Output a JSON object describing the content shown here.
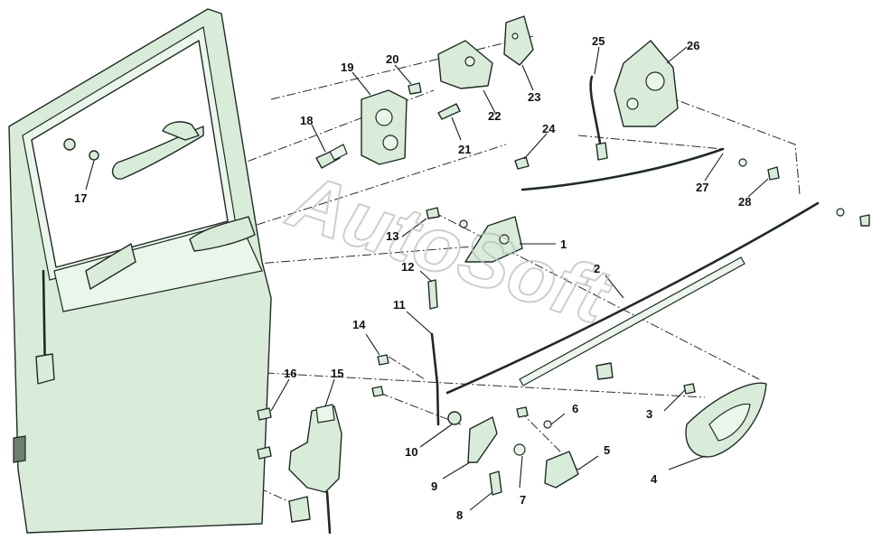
{
  "watermark": "AutoSoft",
  "callouts": [
    "1",
    "2",
    "3",
    "4",
    "5",
    "6",
    "7",
    "8",
    "9",
    "10",
    "11",
    "12",
    "13",
    "14",
    "15",
    "16",
    "17",
    "18",
    "19",
    "20",
    "21",
    "22",
    "23",
    "24",
    "25",
    "26",
    "27",
    "28"
  ],
  "colors": {
    "part_fill": "#d8ecd9",
    "outline": "#1f2a22"
  }
}
